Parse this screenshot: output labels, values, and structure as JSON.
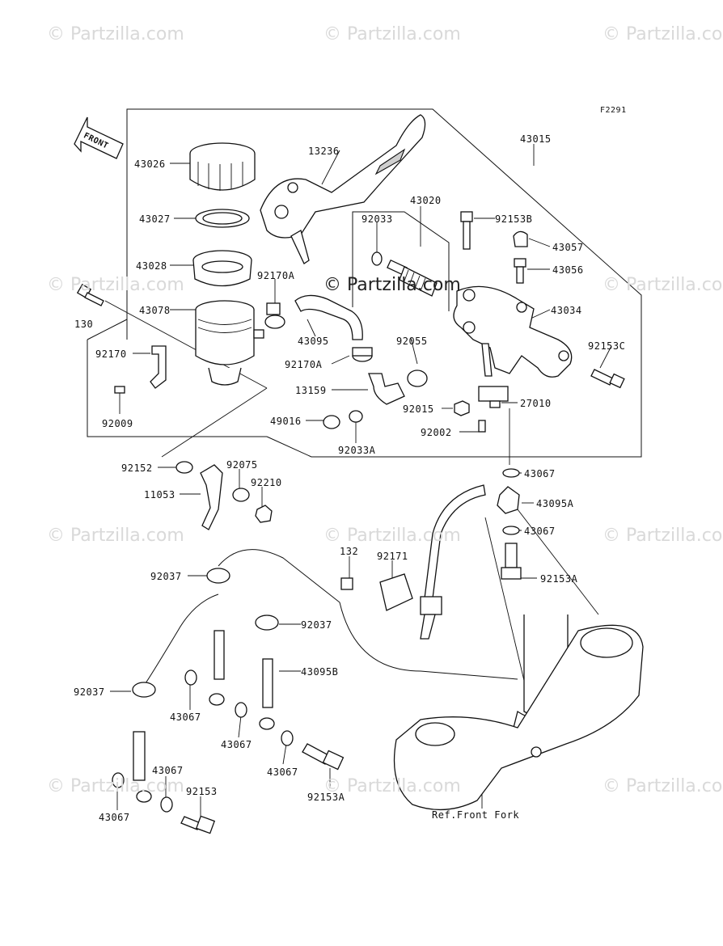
{
  "figure_code": "F2291",
  "front_label": "FRONT",
  "watermark": "© Partzilla.com",
  "reference_label": "Ref.Front Fork",
  "callouts": [
    {
      "id": "c-43015",
      "text": "43015"
    },
    {
      "id": "c-43026",
      "text": "43026"
    },
    {
      "id": "c-13236",
      "text": "13236"
    },
    {
      "id": "c-43027",
      "text": "43027"
    },
    {
      "id": "c-92033",
      "text": "92033"
    },
    {
      "id": "c-43020",
      "text": "43020"
    },
    {
      "id": "c-92153B",
      "text": "92153B"
    },
    {
      "id": "c-43057",
      "text": "43057"
    },
    {
      "id": "c-43028",
      "text": "43028"
    },
    {
      "id": "c-43056",
      "text": "43056"
    },
    {
      "id": "c-92170A-1",
      "text": "92170A"
    },
    {
      "id": "c-43078",
      "text": "43078"
    },
    {
      "id": "c-130",
      "text": "130"
    },
    {
      "id": "c-43034",
      "text": "43034"
    },
    {
      "id": "c-43095",
      "text": "43095"
    },
    {
      "id": "c-92055",
      "text": "92055"
    },
    {
      "id": "c-92153C",
      "text": "92153C"
    },
    {
      "id": "c-92170",
      "text": "92170"
    },
    {
      "id": "c-92170A-2",
      "text": "92170A"
    },
    {
      "id": "c-13159",
      "text": "13159"
    },
    {
      "id": "c-92015",
      "text": "92015"
    },
    {
      "id": "c-27010",
      "text": "27010"
    },
    {
      "id": "c-49016",
      "text": "49016"
    },
    {
      "id": "c-92009",
      "text": "92009"
    },
    {
      "id": "c-92002",
      "text": "92002"
    },
    {
      "id": "c-92033A",
      "text": "92033A"
    },
    {
      "id": "c-92152",
      "text": "92152"
    },
    {
      "id": "c-92075",
      "text": "92075"
    },
    {
      "id": "c-43067-1",
      "text": "43067"
    },
    {
      "id": "c-92210",
      "text": "92210"
    },
    {
      "id": "c-11053",
      "text": "11053"
    },
    {
      "id": "c-43095A",
      "text": "43095A"
    },
    {
      "id": "c-43067-2",
      "text": "43067"
    },
    {
      "id": "c-132",
      "text": "132"
    },
    {
      "id": "c-92171",
      "text": "92171"
    },
    {
      "id": "c-92037-1",
      "text": "92037"
    },
    {
      "id": "c-92153A-1",
      "text": "92153A"
    },
    {
      "id": "c-92037-2",
      "text": "92037"
    },
    {
      "id": "c-43095B",
      "text": "43095B"
    },
    {
      "id": "c-92037-3",
      "text": "92037"
    },
    {
      "id": "c-43067-3",
      "text": "43067"
    },
    {
      "id": "c-43067-4",
      "text": "43067"
    },
    {
      "id": "c-43067-5",
      "text": "43067"
    },
    {
      "id": "c-43067-6",
      "text": "43067"
    },
    {
      "id": "c-92153",
      "text": "92153"
    },
    {
      "id": "c-43067-7",
      "text": "43067"
    },
    {
      "id": "c-92153A-2",
      "text": "92153A"
    }
  ]
}
